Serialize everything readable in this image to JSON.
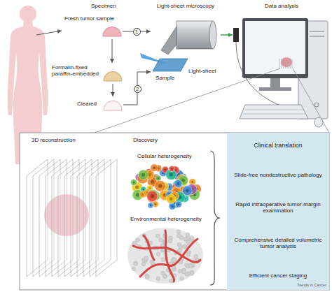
{
  "diagram": {
    "nodes": [
      {
        "text": [
          "Fresh tumor sample"
        ]
      },
      {
        "text": [
          "Formalin-fixed paraffin-embedded"
        ]
      },
      {
        "text": [
          "Cleared"
        ]
      },
      {
        "text": [
          "Light-sheet microscopy"
        ]
      },
      {
        "text": [
          "Data analysis"
        ]
      },
      {
        "text": [
          "Clinical translation",
          "Slide-free nondestructive pathology",
          "Rapid intraoperative tumor-margin examination",
          "Comprehensive detailed volumetric tumor analysis",
          "Efficient cancer staging"
        ]
      }
    ],
    "edges": [
      {
        "from": 0,
        "to": 1,
        "arrow": "to"
      },
      {
        "from": 1,
        "to": 2,
        "arrow": "to"
      },
      {
        "from": 0,
        "to": 3,
        "label": "1",
        "arrow": "to"
      },
      {
        "from": 2,
        "to": 3,
        "label": "2",
        "arrow": "to"
      },
      {
        "from": 3,
        "to": 4,
        "arrow": "to"
      }
    ],
    "labels": [
      "Specimen",
      "Sample",
      "Light-sheet",
      "3D reconstruction",
      "Discovery",
      "Cellular heterogeneity",
      "Environmental heterogeneity",
      "Trends in Cancer"
    ]
  }
}
